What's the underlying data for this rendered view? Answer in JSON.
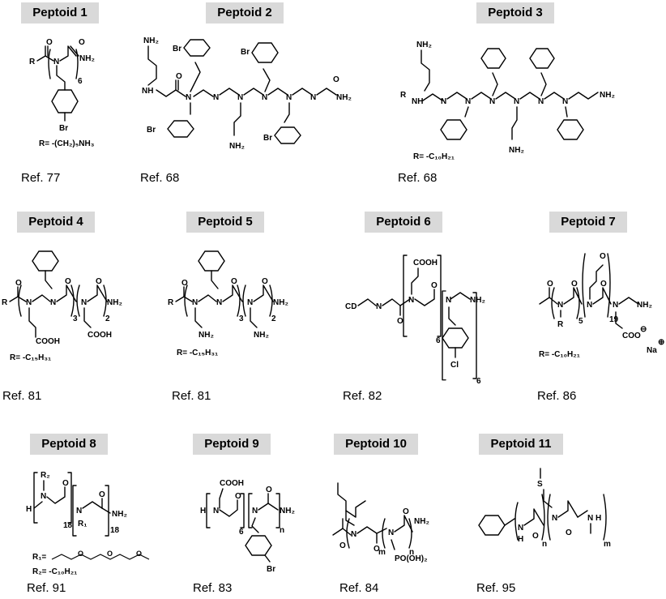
{
  "panels": [
    {
      "label": "Peptoid 1",
      "ref": "Ref. 77",
      "r_def": "R= -(CH₂)₅NH₃"
    },
    {
      "label": "Peptoid 2",
      "ref": "Ref. 68"
    },
    {
      "label": "Peptoid 3",
      "ref": "Ref. 68",
      "r_def": "R= -C₁₀H₂₁"
    },
    {
      "label": "Peptoid 4",
      "ref": "Ref. 81",
      "r_def": "R= -C₁₅H₃₁"
    },
    {
      "label": "Peptoid 5",
      "ref": "Ref. 81",
      "r_def": "R= -C₁₅H₃₁"
    },
    {
      "label": "Peptoid 6",
      "ref": "Ref. 82"
    },
    {
      "label": "Peptoid 7",
      "ref": "Ref. 86",
      "r_def": "R= -C₁₀H₂₁"
    },
    {
      "label": "Peptoid 8",
      "ref": "Ref. 91",
      "r_def": "R₁=",
      "r_def2": "R₂= -C₁₀H₂₁"
    },
    {
      "label": "Peptoid 9",
      "ref": "Ref. 83"
    },
    {
      "label": "Peptoid 10",
      "ref": "Ref. 84"
    },
    {
      "label": "Peptoid 11",
      "ref": "Ref. 95"
    }
  ],
  "atoms": {
    "R": "R",
    "N": "N",
    "O": "O",
    "H": "H",
    "NH": "NH",
    "NH2": "NH₂",
    "Br": "Br",
    "Cl": "Cl",
    "COOH": "COOH",
    "CD": "CD",
    "S": "S",
    "R1": "R₁",
    "R2": "R₂",
    "PO3H2": "PO(OH)₂",
    "COO": "COO",
    "Na": "Na",
    "minus": "⊖",
    "plus": "⊕",
    "n6": "6",
    "n3": "3",
    "n2": "2",
    "n5": "5",
    "n19": "19",
    "n18": "18",
    "n": "n",
    "m": "m"
  }
}
